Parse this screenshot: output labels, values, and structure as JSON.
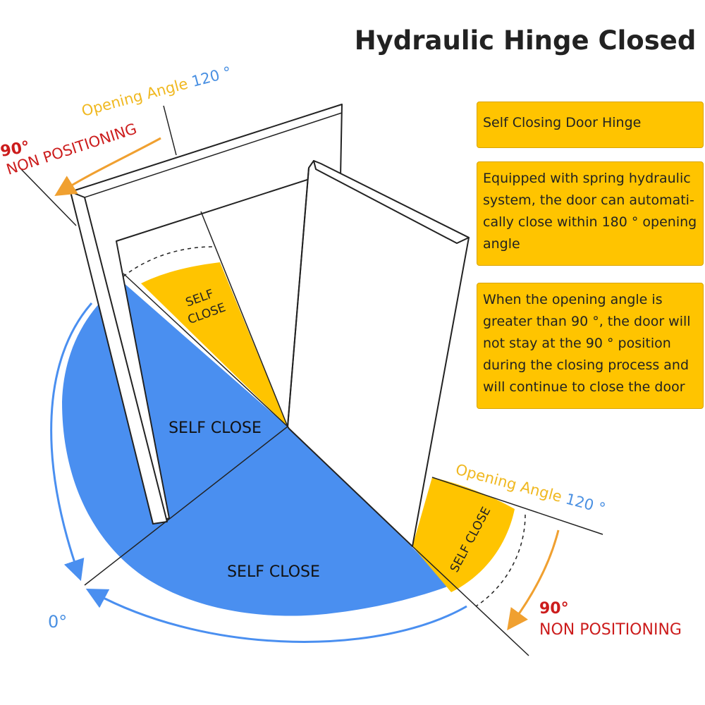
{
  "title": "Hydraulic Hinge Closed",
  "info_boxes": [
    {
      "text": "Self Closing Door Hinge"
    },
    {
      "text": "Equipped with spring hydraulic system, the door can automati-cally close within 180 ° opening angle"
    },
    {
      "text": "When the opening angle is greater than 90 °, the door will not stay at the 90 ° position during the closing process and will continue to close the door"
    }
  ],
  "left_annotation": {
    "opening_label": "Opening Angle",
    "opening_value": "120 °",
    "degree_label": "90°",
    "positioning_label": "NON POSITIONING"
  },
  "right_annotation": {
    "opening_label": "Opening Angle",
    "opening_value": "120 °",
    "degree_label": "90°",
    "positioning_label": "NON POSITIONING"
  },
  "zones": {
    "left_yellow_line1": "SELF",
    "left_yellow_line2": "CLOSE",
    "blue_upper": "SELF CLOSE",
    "blue_lower": "SELF CLOSE",
    "right_yellow": "SELF CLOSE"
  },
  "zero_label": "0°",
  "colors": {
    "blue": "#4a8ff0",
    "yellow": "#ffc400",
    "orange": "#f0a030",
    "red": "#cc1c1c",
    "light_blue": "#4a90e2"
  }
}
